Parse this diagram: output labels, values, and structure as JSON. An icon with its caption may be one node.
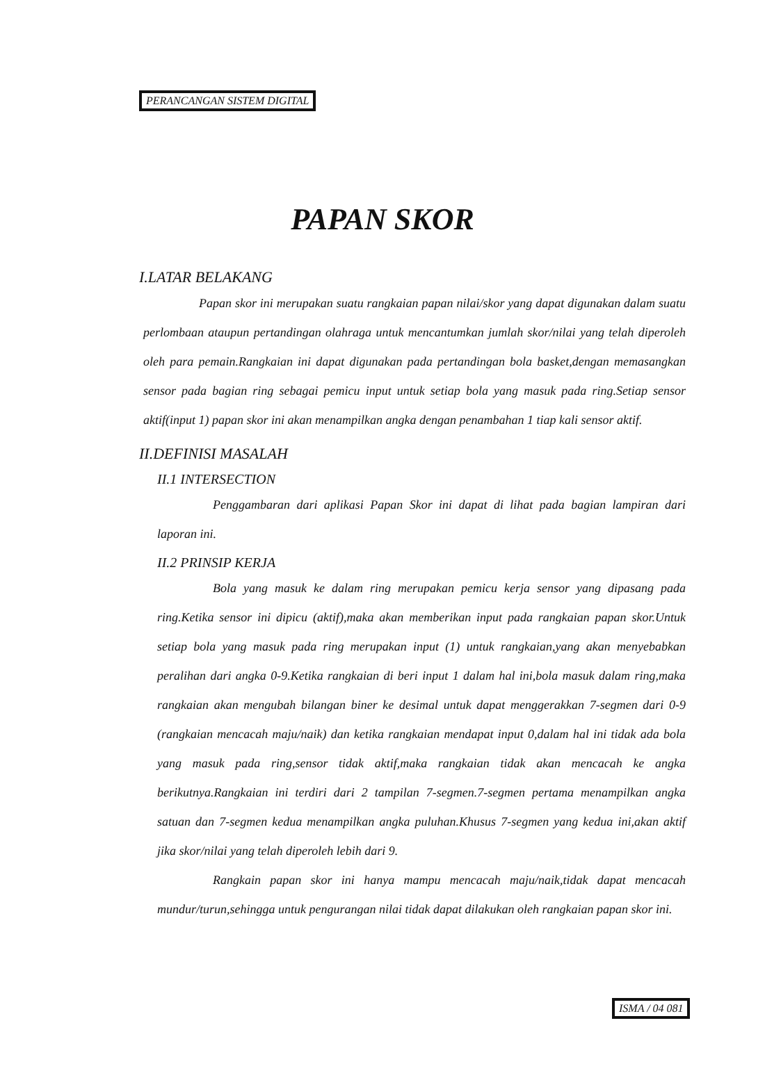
{
  "diagram": {
    "title": "PAPAN SKOR",
    "nodes": [
      {
        "text": [
          "PERANCANGAN SISTEM DIGITAL"
        ]
      },
      {
        "text": [
          "ISMA / 04 081"
        ]
      }
    ],
    "labels": [
      "I.LATAR BELAKANG",
      "Papan skor ini merupakan suatu rangkaian papan nilai/skor yang dapat digunakan dalam suatu perlombaan ataupun pertandingan olahraga untuk mencantumkan jumlah skor/nilai yang telah diperoleh oleh para pemain.Rangkaian ini dapat digunakan pada pertandingan bola basket,dengan memasangkan sensor pada bagian ring sebagai pemicu input untuk setiap bola yang masuk pada ring.Setiap sensor aktif(input 1) papan skor ini akan menampilkan angka dengan penambahan 1 tiap kali sensor aktif.",
      "II.DEFINISI MASALAH",
      "II.1 INTERSECTION",
      "Penggambaran dari aplikasi Papan Skor ini dapat di lihat pada bagian lampiran dari laporan ini.",
      "II.2 PRINSIP KERJA",
      "Bola yang masuk ke dalam ring merupakan pemicu kerja sensor yang dipasang pada ring.Ketika sensor ini dipicu (aktif),maka akan memberikan input pada rangkaian papan skor.Untuk setiap bola yang masuk pada ring merupakan input (1) untuk rangkaian,yang akan menyebabkan peralihan dari angka 0-9.Ketika rangkaian di beri input 1 dalam hal ini,bola masuk dalam ring,maka rangkaian akan mengubah bilangan biner ke desimal untuk dapat menggerakkan 7-segmen dari 0-9 (rangkaian mencacah maju/naik) dan ketika rangkaian mendapat input 0,dalam hal ini tidak ada bola yang masuk pada ring,sensor tidak aktif,maka rangkaian tidak akan mencacah ke angka berikutnya.Rangkaian ini terdiri dari 2 tampilan 7-segmen.7-segmen pertama menampilkan angka satuan dan 7-segmen kedua menampilkan angka puluhan.Khusus 7-segmen yang kedua ini,akan aktif jika skor/nilai yang telah diperoleh lebih dari 9.",
      "Rangkain papan skor ini hanya mampu mencacah maju/naik,tidak dapat mencacah mundur/turun,sehingga untuk pengurangan nilai tidak dapat dilakukan oleh rangkaian papan skor ini."
    ]
  }
}
